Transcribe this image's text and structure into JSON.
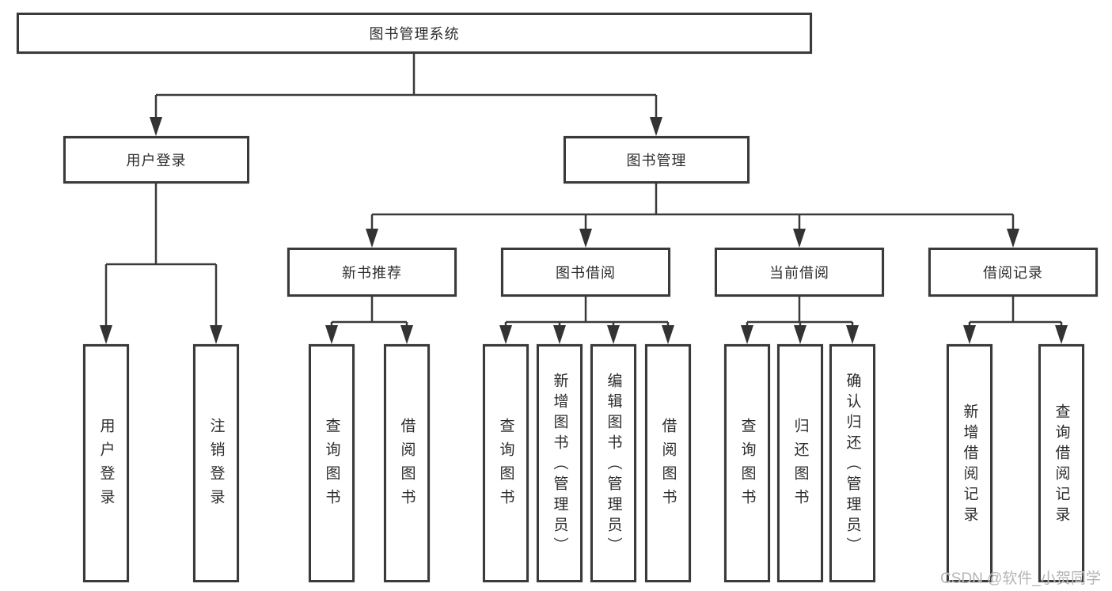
{
  "diagram": {
    "tree": {
      "label": "图书管理系统",
      "children": [
        {
          "label": "用户登录",
          "children": [
            {
              "label": "用户登录"
            },
            {
              "label": "注销登录"
            }
          ]
        },
        {
          "label": "图书管理",
          "children": [
            {
              "label": "新书推荐",
              "children": [
                {
                  "label": "查询图书"
                },
                {
                  "label": "借阅图书"
                }
              ]
            },
            {
              "label": "图书借阅",
              "children": [
                {
                  "label": "查询图书"
                },
                {
                  "label": "新增图书（管理员）"
                },
                {
                  "label": "编辑图书（管理员）"
                },
                {
                  "label": "借阅图书"
                }
              ]
            },
            {
              "label": "当前借阅",
              "children": [
                {
                  "label": "查询图书"
                },
                {
                  "label": "归还图书"
                },
                {
                  "label": "确认归还（管理员）"
                }
              ]
            },
            {
              "label": "借阅记录",
              "children": [
                {
                  "label": "新增借阅记录"
                },
                {
                  "label": "查询借阅记录"
                }
              ]
            }
          ]
        }
      ]
    },
    "watermark": "CSDN @软件_小贺同学",
    "colors": {
      "line": "#3a3a3a",
      "box_border": "#3a3a3a",
      "text": "#2d2d2d",
      "watermark": "#b5b5b5",
      "background": "#ffffff"
    }
  }
}
